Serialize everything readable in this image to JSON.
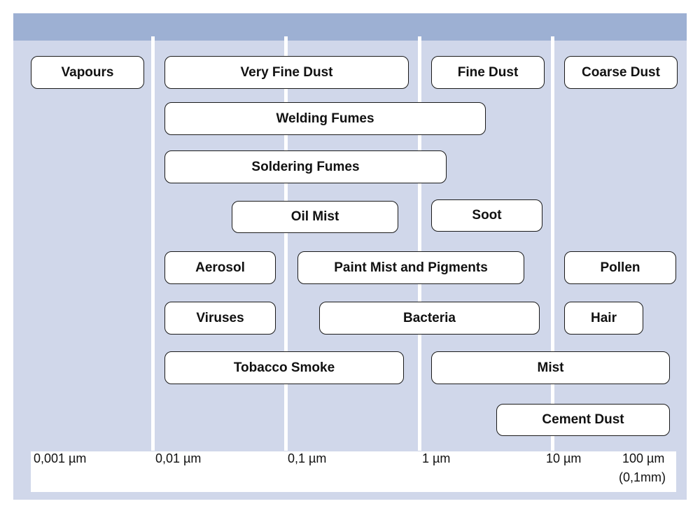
{
  "scale": {
    "ticks": [
      "0,001 µm",
      "0,01 µm",
      "0,1 µm",
      "1 µm",
      "10 µm",
      "100 µm"
    ],
    "last_tick_note": "(0,1mm)"
  },
  "particles": [
    {
      "id": "vapours",
      "label": "Vapours"
    },
    {
      "id": "very-fine-dust",
      "label": "Very Fine Dust"
    },
    {
      "id": "fine-dust",
      "label": "Fine Dust"
    },
    {
      "id": "coarse-dust",
      "label": "Coarse Dust"
    },
    {
      "id": "welding-fumes",
      "label": "Welding Fumes"
    },
    {
      "id": "soldering-fumes",
      "label": "Soldering Fumes"
    },
    {
      "id": "oil-mist",
      "label": "Oil Mist"
    },
    {
      "id": "soot",
      "label": "Soot"
    },
    {
      "id": "aerosol",
      "label": "Aerosol"
    },
    {
      "id": "paint-mist",
      "label": "Paint Mist and Pigments"
    },
    {
      "id": "pollen",
      "label": "Pollen"
    },
    {
      "id": "viruses",
      "label": "Viruses"
    },
    {
      "id": "bacteria",
      "label": "Bacteria"
    },
    {
      "id": "hair",
      "label": "Hair"
    },
    {
      "id": "tobacco-smoke",
      "label": "Tobacco Smoke"
    },
    {
      "id": "mist",
      "label": "Mist"
    },
    {
      "id": "cement-dust",
      "label": "Cement Dust"
    }
  ],
  "colors": {
    "background": "#d0d7ea",
    "header": "#9db0d3",
    "pill_fill": "#ffffff",
    "pill_border": "#1a1a1a"
  }
}
